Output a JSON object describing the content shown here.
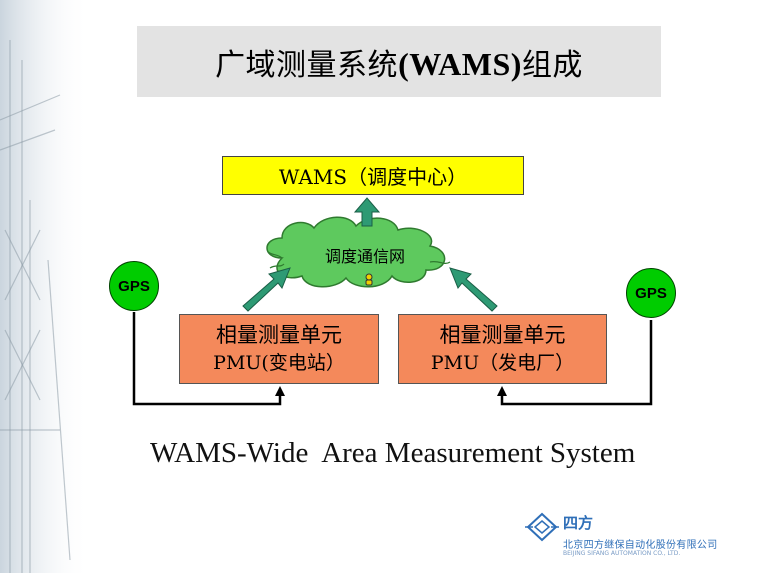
{
  "slide": {
    "title_cn": "广域测量系统",
    "title_abbr": "(WAMS)",
    "title_suffix": "组成"
  },
  "diagram": {
    "center": "WAMS（调度中心）",
    "network": "调度通信网",
    "gps_left": "GPS",
    "gps_right": "GPS",
    "pmu_left": {
      "line1": "相量测量单元",
      "line2": "PMU(变电站）"
    },
    "pmu_right": {
      "line1": "相量测量单元",
      "line2": "PMU（发电厂）"
    }
  },
  "caption": "WAMS-Wide  Area Measurement System",
  "logo": {
    "name": "四方",
    "company_cn": "北京四方继保自动化股份有限公司",
    "company_en": "BEIJING SIFANG AUTOMATION CO., LTD."
  },
  "colors": {
    "center_box": "#ffff00",
    "pmu_box": "#f4895b",
    "gps": "#00cc00",
    "arrow": "#2e9a74",
    "cloud": "#5ec95e",
    "logo": "#2f6fb8"
  }
}
